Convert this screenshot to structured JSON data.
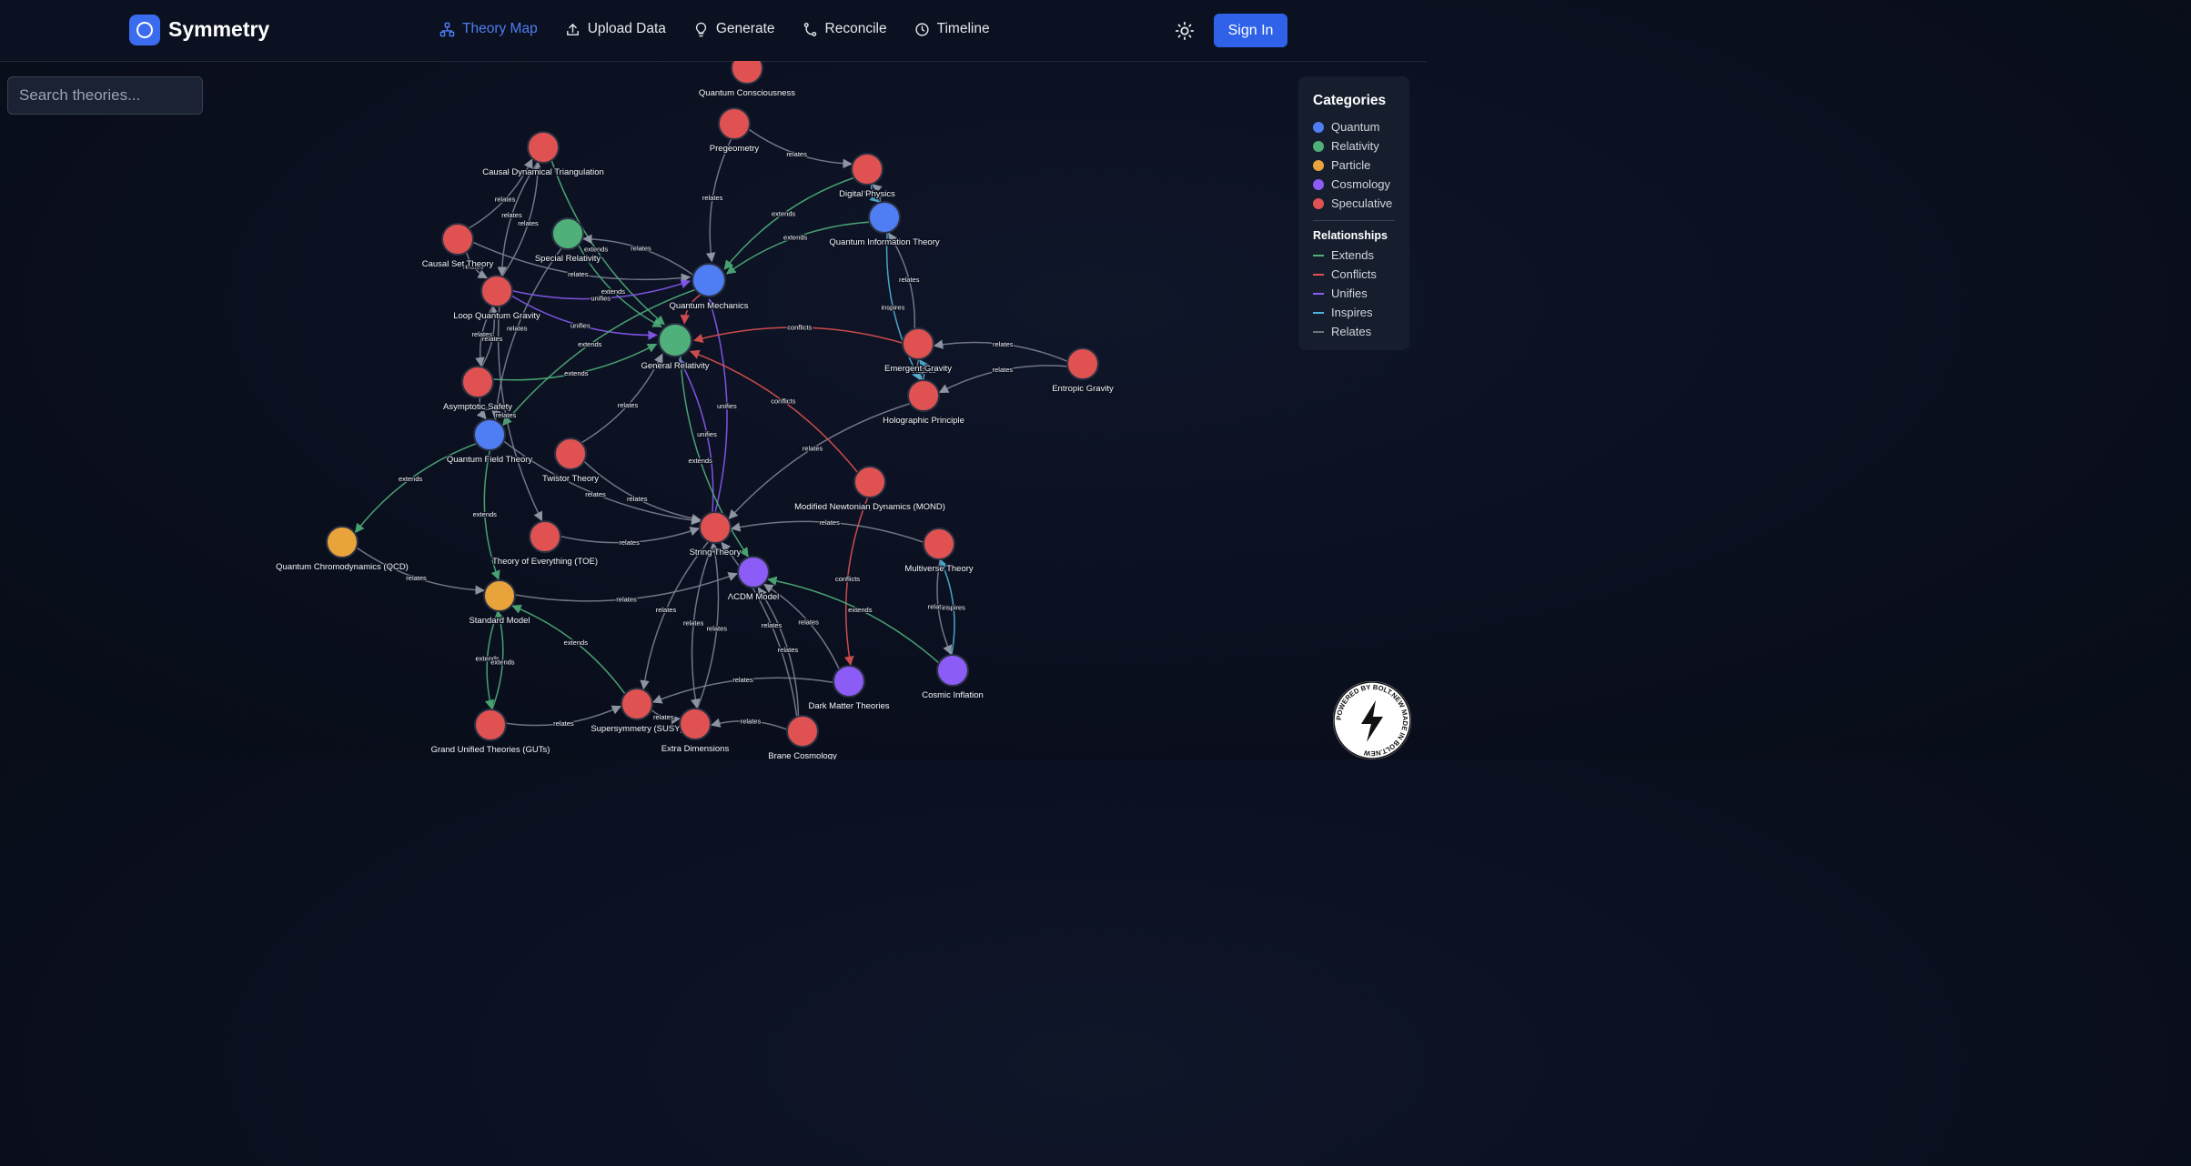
{
  "brand": {
    "name": "Symmetry"
  },
  "nav": [
    {
      "label": "Theory Map",
      "icon": "network-icon",
      "active": true
    },
    {
      "label": "Upload Data",
      "icon": "upload-icon"
    },
    {
      "label": "Generate",
      "icon": "lightbulb-icon"
    },
    {
      "label": "Reconcile",
      "icon": "git-merge-icon"
    },
    {
      "label": "Timeline",
      "icon": "clock-icon"
    }
  ],
  "header": {
    "theme_icon": "sun-icon",
    "signin_label": "Sign In"
  },
  "search": {
    "placeholder": "Search theories..."
  },
  "legend": {
    "categories_title": "Categories",
    "categories": [
      {
        "label": "Quantum",
        "color": "#4f7df3"
      },
      {
        "label": "Relativity",
        "color": "#4fb07a"
      },
      {
        "label": "Particle",
        "color": "#e8a33a"
      },
      {
        "label": "Cosmology",
        "color": "#8b5cf6"
      },
      {
        "label": "Speculative",
        "color": "#e05252"
      }
    ],
    "relationships_title": "Relationships",
    "relationships": [
      {
        "label": "Extends",
        "color": "#4fb07a"
      },
      {
        "label": "Conflicts",
        "color": "#e05252"
      },
      {
        "label": "Unifies",
        "color": "#8b5cf6"
      },
      {
        "label": "Inspires",
        "color": "#4fb3d9"
      },
      {
        "label": "Relates",
        "color": "#6b7280"
      }
    ]
  },
  "graph": {
    "nodes": [
      {
        "id": "qc",
        "label": "Quantum Consciousness",
        "cat": "Speculative"
      },
      {
        "id": "pg",
        "label": "Pregeometry",
        "cat": "Speculative"
      },
      {
        "id": "cdt",
        "label": "Causal Dynamical Triangulation",
        "cat": "Speculative"
      },
      {
        "id": "dp",
        "label": "Digital Physics",
        "cat": "Speculative"
      },
      {
        "id": "qit",
        "label": "Quantum Information Theory",
        "cat": "Quantum"
      },
      {
        "id": "cst",
        "label": "Causal Set Theory",
        "cat": "Speculative"
      },
      {
        "id": "sr",
        "label": "Special Relativity",
        "cat": "Relativity"
      },
      {
        "id": "qm",
        "label": "Quantum Mechanics",
        "cat": "Quantum"
      },
      {
        "id": "lqg",
        "label": "Loop Quantum Gravity",
        "cat": "Speculative"
      },
      {
        "id": "gr",
        "label": "General Relativity",
        "cat": "Relativity"
      },
      {
        "id": "eg",
        "label": "Emergent Gravity",
        "cat": "Speculative"
      },
      {
        "id": "et",
        "label": "Entropic Gravity",
        "cat": "Speculative"
      },
      {
        "id": "hp",
        "label": "Holographic Principle",
        "cat": "Speculative"
      },
      {
        "id": "as",
        "label": "Asymptotic Safety",
        "cat": "Speculative"
      },
      {
        "id": "qft",
        "label": "Quantum Field Theory",
        "cat": "Quantum"
      },
      {
        "id": "tw",
        "label": "Twistor Theory",
        "cat": "Speculative"
      },
      {
        "id": "mond",
        "label": "Modified Newtonian Dynamics (MOND)",
        "cat": "Speculative"
      },
      {
        "id": "qcd",
        "label": "Quantum Chromodynamics (QCD)",
        "cat": "Particle"
      },
      {
        "id": "toe",
        "label": "Theory of Everything (TOE)",
        "cat": "Speculative"
      },
      {
        "id": "st",
        "label": "String Theory",
        "cat": "Speculative"
      },
      {
        "id": "mv",
        "label": "Multiverse Theory",
        "cat": "Speculative"
      },
      {
        "id": "lcdm",
        "label": "ΛCDM Model",
        "cat": "Cosmology"
      },
      {
        "id": "sm",
        "label": "Standard Model",
        "cat": "Particle"
      },
      {
        "id": "dm",
        "label": "Dark Matter Theories",
        "cat": "Cosmology"
      },
      {
        "id": "ci",
        "label": "Cosmic Inflation",
        "cat": "Cosmology"
      },
      {
        "id": "susy",
        "label": "Supersymmetry (SUSY)",
        "cat": "Speculative"
      },
      {
        "id": "ed",
        "label": "Extra Dimensions",
        "cat": "Speculative"
      },
      {
        "id": "guts",
        "label": "Grand Unified Theories (GUTs)",
        "cat": "Speculative"
      },
      {
        "id": "bc",
        "label": "Brane Cosmology",
        "cat": "Speculative"
      }
    ],
    "edges": [
      {
        "from": "pg",
        "to": "qm",
        "type": "relates"
      },
      {
        "from": "pg",
        "to": "dp",
        "type": "relates"
      },
      {
        "from": "qit",
        "to": "qm",
        "type": "extends"
      },
      {
        "from": "dp",
        "to": "qm",
        "type": "extends"
      },
      {
        "from": "dp",
        "to": "qit",
        "type": "inspires"
      },
      {
        "from": "qit",
        "to": "dp",
        "type": "relates"
      },
      {
        "from": "cdt",
        "to": "gr",
        "type": "extends"
      },
      {
        "from": "cst",
        "to": "cdt",
        "type": "relates"
      },
      {
        "from": "cdt",
        "to": "lqg",
        "type": "relates"
      },
      {
        "from": "cst",
        "to": "lqg",
        "type": "relates"
      },
      {
        "from": "lqg",
        "to": "cdt",
        "type": "relates"
      },
      {
        "from": "cst",
        "to": "qm",
        "type": "relates"
      },
      {
        "from": "qm",
        "to": "sr",
        "type": "relates"
      },
      {
        "from": "sr",
        "to": "gr",
        "type": "extends"
      },
      {
        "from": "sr",
        "to": "qft",
        "type": "relates"
      },
      {
        "from": "lqg",
        "to": "qm",
        "type": "unifies"
      },
      {
        "from": "lqg",
        "to": "gr",
        "type": "unifies"
      },
      {
        "from": "qm",
        "to": "gr",
        "type": "conflicts"
      },
      {
        "from": "qm",
        "to": "qft",
        "type": "extends"
      },
      {
        "from": "st",
        "to": "qm",
        "type": "unifies"
      },
      {
        "from": "st",
        "to": "gr",
        "type": "unifies"
      },
      {
        "from": "gr",
        "to": "lcdm",
        "type": "extends"
      },
      {
        "from": "eg",
        "to": "gr",
        "type": "conflicts"
      },
      {
        "from": "et",
        "to": "eg",
        "type": "relates"
      },
      {
        "from": "et",
        "to": "hp",
        "type": "relates"
      },
      {
        "from": "hp",
        "to": "eg",
        "type": "inspires"
      },
      {
        "from": "eg",
        "to": "hp",
        "type": "relates"
      },
      {
        "from": "qit",
        "to": "hp",
        "type": "inspires"
      },
      {
        "from": "eg",
        "to": "qit",
        "type": "relates"
      },
      {
        "from": "hp",
        "to": "st",
        "type": "relates"
      },
      {
        "from": "mond",
        "to": "gr",
        "type": "conflicts"
      },
      {
        "from": "mond",
        "to": "dm",
        "type": "conflicts"
      },
      {
        "from": "as",
        "to": "gr",
        "type": "extends"
      },
      {
        "from": "as",
        "to": "lqg",
        "type": "relates"
      },
      {
        "from": "lqg",
        "to": "as",
        "type": "relates"
      },
      {
        "from": "as",
        "to": "qft",
        "type": "relates"
      },
      {
        "from": "qft",
        "to": "st",
        "type": "relates"
      },
      {
        "from": "tw",
        "to": "gr",
        "type": "relates"
      },
      {
        "from": "tw",
        "to": "st",
        "type": "relates"
      },
      {
        "from": "qft",
        "to": "qcd",
        "type": "extends"
      },
      {
        "from": "qft",
        "to": "sm",
        "type": "extends"
      },
      {
        "from": "qcd",
        "to": "sm",
        "type": "relates"
      },
      {
        "from": "lqg",
        "to": "toe",
        "type": "relates"
      },
      {
        "from": "toe",
        "to": "st",
        "type": "relates"
      },
      {
        "from": "sm",
        "to": "lcdm",
        "type": "relates"
      },
      {
        "from": "mv",
        "to": "st",
        "type": "relates"
      },
      {
        "from": "mv",
        "to": "ci",
        "type": "relates"
      },
      {
        "from": "ci",
        "to": "mv",
        "type": "inspires"
      },
      {
        "from": "ci",
        "to": "lcdm",
        "type": "extends"
      },
      {
        "from": "dm",
        "to": "lcdm",
        "type": "relates"
      },
      {
        "from": "dm",
        "to": "susy",
        "type": "relates"
      },
      {
        "from": "st",
        "to": "susy",
        "type": "relates"
      },
      {
        "from": "st",
        "to": "ed",
        "type": "relates"
      },
      {
        "from": "ed",
        "to": "st",
        "type": "relates"
      },
      {
        "from": "bc",
        "to": "st",
        "type": "relates"
      },
      {
        "from": "bc",
        "to": "lcdm",
        "type": "relates"
      },
      {
        "from": "susy",
        "to": "sm",
        "type": "extends"
      },
      {
        "from": "sm",
        "to": "guts",
        "type": "extends"
      },
      {
        "from": "guts",
        "to": "sm",
        "type": "extends"
      },
      {
        "from": "guts",
        "to": "susy",
        "type": "relates"
      },
      {
        "from": "susy",
        "to": "ed",
        "type": "relates"
      },
      {
        "from": "bc",
        "to": "ed",
        "type": "relates"
      }
    ]
  },
  "badge": {
    "text": "POWERED BY BOLT.NEW MADE IN BOLT.NEW",
    "icon": "bolt-icon"
  }
}
